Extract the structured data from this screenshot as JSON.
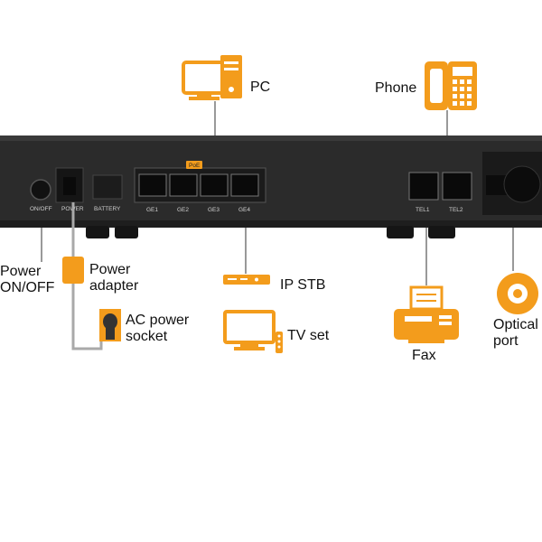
{
  "colors": {
    "accent": "#f39c1c",
    "device_body": "#2b2b2b",
    "cable": "#a9a9a9"
  },
  "device": {
    "port_labels": {
      "onoff": "ON/OFF",
      "power": "POWER",
      "battery": "BATTERY",
      "ge1": "GE1",
      "ge2": "GE2",
      "ge3": "GE3",
      "ge4": "GE4",
      "tel1": "TEL1",
      "tel2": "TEL2"
    },
    "poe_badge": "PoE"
  },
  "connections": {
    "pc": {
      "label": "PC",
      "icon": "pc-icon"
    },
    "phone": {
      "label": "Phone",
      "icon": "phone-icon"
    },
    "power_switch": {
      "label_line1": "Power",
      "label_line2": "ON/OFF"
    },
    "power_adapter": {
      "label_line1": "Power",
      "label_line2": "adapter",
      "icon": "power-adapter-icon"
    },
    "ac_socket": {
      "label_line1": "AC power",
      "label_line2": "socket",
      "icon": "ac-socket-icon"
    },
    "ip_stb": {
      "label": "IP STB",
      "icon": "set-top-box-icon"
    },
    "tv": {
      "label": "TV set",
      "icon": "tv-icon"
    },
    "fax": {
      "label": "Fax",
      "icon": "fax-icon"
    },
    "optical": {
      "label_line1": "Optical",
      "label_line2": "port",
      "icon": "optical-port-icon"
    }
  }
}
